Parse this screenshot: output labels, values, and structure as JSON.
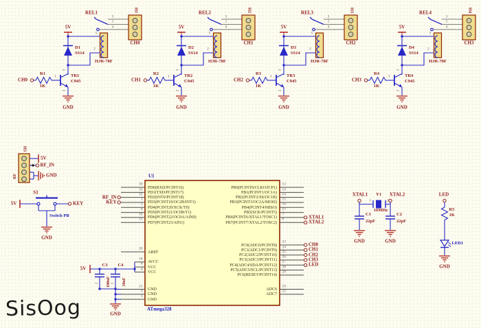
{
  "logo": "SisOog",
  "palette": {
    "wire_blue": "#2828c8",
    "label_maroon": "#8e1b1b",
    "designator_blue": "#1515b5",
    "power_red": "#b33028",
    "gray_wire": "#7d7d7d",
    "pin_stub": "#4d4d4d",
    "ic_fill": "#ffffc6",
    "ic_border": "#8b2500",
    "header_fill": "#f0dc8e"
  },
  "relays": {
    "power": "5V",
    "gnd": "GND",
    "coil_part": "HJR-78F",
    "contact_pin_numbers": [
      "3",
      "1",
      "4"
    ],
    "coil_pin_numbers": [
      "5",
      "2"
    ],
    "transistor_pin_numbers": {
      "base": "1",
      "collector": "3",
      "emitter": "2"
    },
    "circuits": [
      {
        "rel": "REL1",
        "header": "H1",
        "ch": "CH0",
        "input": "CH0",
        "diode": "D1",
        "diode_part": "SS14",
        "tr": "TR1",
        "tr_part": "C945",
        "res": "R1",
        "res_val": "1K"
      },
      {
        "rel": "REL2",
        "header": "H2",
        "ch": "CH1",
        "input": "CH1",
        "diode": "D2",
        "diode_part": "SS14",
        "tr": "TR2",
        "tr_part": "C945",
        "res": "R2",
        "res_val": "1K"
      },
      {
        "rel": "REL3",
        "header": "H3",
        "ch": "CH2",
        "input": "CH2",
        "diode": "D3",
        "diode_part": "SS14",
        "tr": "TR3",
        "tr_part": "C945",
        "res": "R3",
        "res_val": "1K"
      },
      {
        "rel": "REL4",
        "header": "H4",
        "ch": "CH3",
        "input": "CH3",
        "diode": "D4",
        "diode_part": "SS14",
        "tr": "TR4",
        "tr_part": "C945",
        "res": "R4",
        "res_val": "1K"
      }
    ]
  },
  "rf_input": {
    "designator": "H5",
    "side_label": "RF",
    "power": "5V",
    "net": "RF_IN",
    "gnd": "GND"
  },
  "key_switch": {
    "designator": "S1",
    "power": "5V",
    "net": "KEY",
    "caption": "Switch PB",
    "gnd": "GND"
  },
  "decoupling": {
    "power": "5V",
    "caps": [
      {
        "ref": "C3",
        "value": "100nF",
        "pin": "2"
      },
      {
        "ref": "C4",
        "value": "10uF",
        "pin": "2"
      }
    ],
    "gnd": "GND"
  },
  "mcu": {
    "designator": "U1",
    "part": "ATmega328",
    "left_pins": [
      {
        "num": "30",
        "name": "PD0(RXD/PCINT16)"
      },
      {
        "num": "31",
        "name": "PD1(TXD/PCINT17)"
      },
      {
        "num": "32",
        "name": "PD2(INT0/PCINT18)",
        "net": "RF_IN"
      },
      {
        "num": "1",
        "name": "PD3(PCINT19/OC2B/INT1)",
        "net": "KEY"
      },
      {
        "num": "2",
        "name": "PD4(PCINT20/XCK/T0)"
      },
      {
        "num": "9",
        "name": "PD5(PCINT21/OC0B/T1)"
      },
      {
        "num": "10",
        "name": "PD6(PCINT22/OC0A/AIN0)"
      },
      {
        "num": "11",
        "name": "PD7(PCINT23/AIN1)"
      }
    ],
    "aref_pin": {
      "num": "20",
      "name": "AREF"
    },
    "power_pins": [
      {
        "num": "18",
        "name": "AVCC"
      },
      {
        "num": "6",
        "name": "VCC"
      },
      {
        "num": "4",
        "name": "VCC"
      }
    ],
    "gnd_pins": [
      {
        "num": "21",
        "name": "GND"
      },
      {
        "num": "5",
        "name": "GND"
      },
      {
        "num": "3",
        "name": "GND"
      }
    ],
    "right_top_pins": [
      {
        "num": "12",
        "name": "PB0(PCINT0/CLKO/ICP1)"
      },
      {
        "num": "13",
        "name": "PB1(PCINT1/OC1A)"
      },
      {
        "num": "14",
        "name": "PB2(PCINT2/SS/OC1B)"
      },
      {
        "num": "15",
        "name": "PB3(PCINT3/OC2A/MOSI)"
      },
      {
        "num": "16",
        "name": "PB4(PCINT4/MISO)"
      },
      {
        "num": "17",
        "name": "PB5(SCK/PCINT5)"
      },
      {
        "num": "7",
        "name": "PB6(PCINT6/XTAL1/TOSC1)",
        "net": "XTAL1"
      },
      {
        "num": "8",
        "name": "PB7(PCINT7/XTAL2/TOSC2)",
        "net": "XTAL2"
      }
    ],
    "right_mid_pins": [
      {
        "num": "23",
        "name": "PC0(ADC0/PCINT8)",
        "net": "CH0"
      },
      {
        "num": "24",
        "name": "PC1(ADC1/PCINT9)",
        "net": "CH1"
      },
      {
        "num": "25",
        "name": "PC2(ADC2/PCINT10)",
        "net": "CH2"
      },
      {
        "num": "26",
        "name": "PC3(ADC3/PCINT11)",
        "net": "CH3"
      },
      {
        "num": "27",
        "name": "PC4(ADC4/SDA/PCINT12)",
        "net": "LED"
      },
      {
        "num": "28",
        "name": "PC5(ADC5/SCL/PCINT13)"
      },
      {
        "num": "29",
        "name": "PC6(RESET/PCINT14)"
      }
    ],
    "adc_pins": [
      {
        "num": "19",
        "name": "ADC6"
      },
      {
        "num": "22",
        "name": "ADC7"
      }
    ]
  },
  "crystal": {
    "left_net": "XTAL1",
    "right_net": "XTAL2",
    "ref": "Y1",
    "value": "16MHz",
    "pin_numbers": [
      "1",
      "2"
    ],
    "caps": [
      {
        "ref": "C1",
        "value": "22pF"
      },
      {
        "ref": "C2",
        "value": "22pF"
      }
    ],
    "gnd": "GND"
  },
  "led": {
    "net": "LED",
    "res_ref": "R5",
    "res_value": "1K",
    "diode_ref": "LED1",
    "gnd": "GND"
  }
}
